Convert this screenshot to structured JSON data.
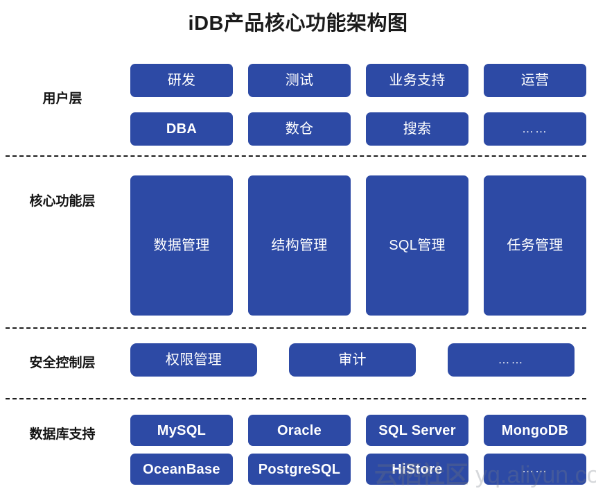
{
  "title": "iDB产品核心功能架构图",
  "colors": {
    "box_fill": "#2d4aa5",
    "box_text": "#ffffff",
    "divider": "#1d1d1d",
    "title_text": "#1b1b1b",
    "background": "#ffffff",
    "watermark_text": "rgba(120,125,135,0.30)"
  },
  "layers": [
    {
      "id": "user-layer",
      "label": "用户层",
      "rows": [
        {
          "boxes": [
            {
              "text": "研发",
              "script": "cjk"
            },
            {
              "text": "测试",
              "script": "cjk"
            },
            {
              "text": "业务支持",
              "script": "cjk"
            },
            {
              "text": "运营",
              "script": "cjk"
            }
          ]
        },
        {
          "boxes": [
            {
              "text": "DBA",
              "script": "latin"
            },
            {
              "text": "数仓",
              "script": "cjk"
            },
            {
              "text": "搜索",
              "script": "cjk"
            },
            {
              "text": "……",
              "script": "dots"
            }
          ]
        }
      ]
    },
    {
      "id": "core-layer",
      "label": "核心功能层",
      "rows": [
        {
          "boxes": [
            {
              "text": "数据管理",
              "script": "cjk"
            },
            {
              "text": "结构管理",
              "script": "cjk"
            },
            {
              "text": "SQL管理",
              "script": "cjk"
            },
            {
              "text": "任务管理",
              "script": "cjk"
            }
          ]
        }
      ]
    },
    {
      "id": "security-layer",
      "label": "安全控制层",
      "rows": [
        {
          "boxes": [
            {
              "text": "权限管理",
              "script": "cjk"
            },
            {
              "text": "审计",
              "script": "cjk"
            },
            {
              "text": "……",
              "script": "dots"
            }
          ]
        }
      ]
    },
    {
      "id": "database-layer",
      "label": "数据库支持",
      "rows": [
        {
          "boxes": [
            {
              "text": "MySQL",
              "script": "latin"
            },
            {
              "text": "Oracle",
              "script": "latin"
            },
            {
              "text": "SQL Server",
              "script": "latin"
            },
            {
              "text": "MongoDB",
              "script": "latin"
            }
          ]
        },
        {
          "boxes": [
            {
              "text": "OceanBase",
              "script": "latin"
            },
            {
              "text": "PostgreSQL",
              "script": "latin"
            },
            {
              "text": "HiStore",
              "script": "latin"
            },
            {
              "text": "……",
              "script": "dots"
            }
          ]
        }
      ]
    }
  ],
  "watermark": {
    "community": "云栖社区",
    "url": "yq.aliyun.com"
  }
}
